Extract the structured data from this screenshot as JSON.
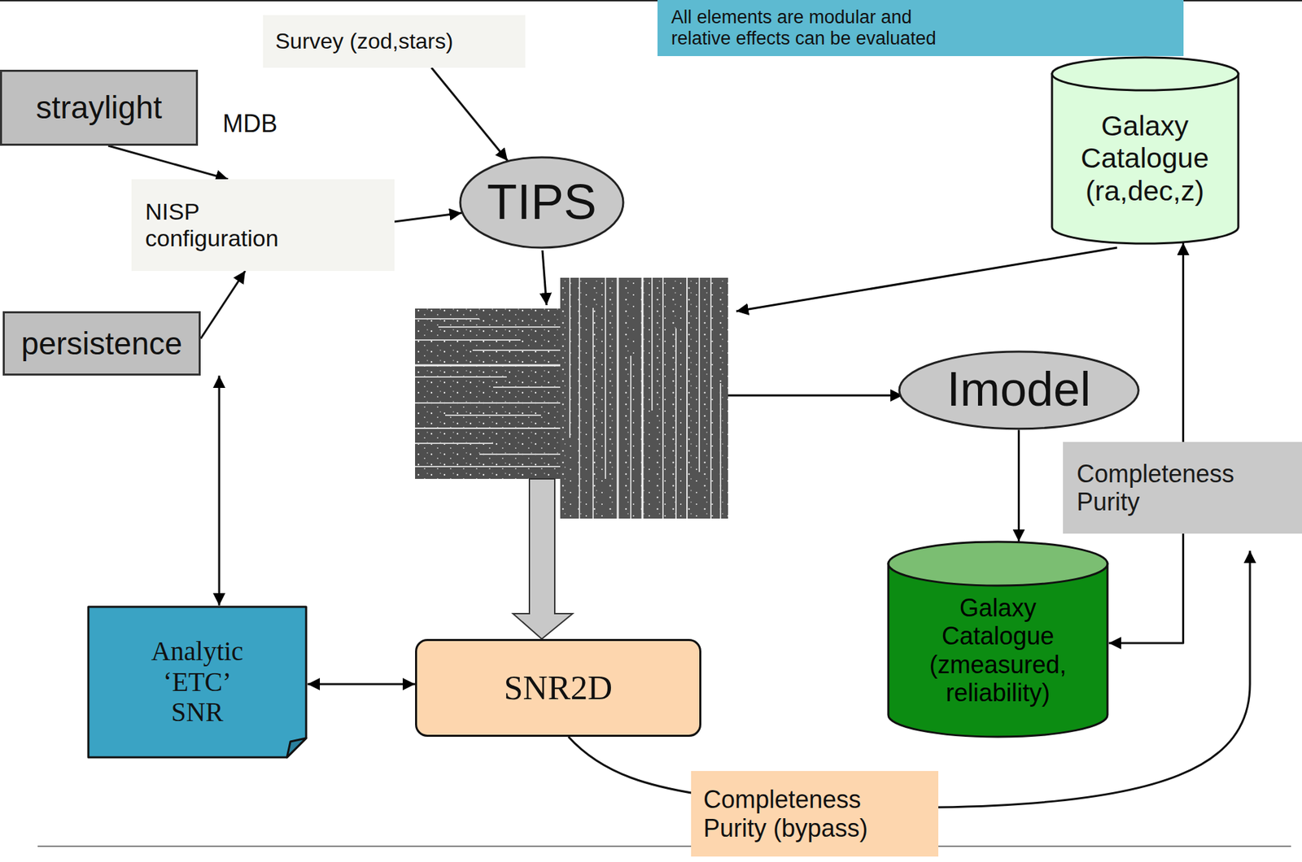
{
  "diagram": {
    "nodes": [
      {
        "text": [
          "All elements are modular and relative effects can be evaluated"
        ]
      },
      {
        "text": [
          "MDB"
        ]
      },
      {
        "text": [
          "Survey (zod,stars)"
        ],
        "in": 1
      },
      {
        "text": [
          "NISP configuration"
        ],
        "in": 1
      },
      {
        "text": [
          "straylight"
        ]
      },
      {
        "text": [
          "persistence"
        ]
      },
      {
        "text": [
          "TIPS"
        ]
      },
      {
        "text": [
          "Galaxy Catalogue (ra,dec,z)"
        ]
      },
      {
        "text": [
          "Imodel"
        ]
      },
      {
        "text": [
          "Completeness Purity"
        ]
      },
      {
        "text": [
          "Analytic ‘ETC’ SNR"
        ]
      },
      {
        "text": [
          "SNR2D"
        ]
      },
      {
        "text": [
          "Galaxy Catalogue (zmeasured, reliability)"
        ]
      }
    ],
    "edges": [
      {
        "from": 4,
        "to": 3,
        "arrow": "to"
      },
      {
        "from": 5,
        "to": 3,
        "arrow": "to"
      },
      {
        "from": 2,
        "to": 6,
        "arrow": "to"
      },
      {
        "from": 3,
        "to": 6,
        "arrow": "to"
      },
      {
        "from": 5,
        "to": 10,
        "arrow": "both"
      },
      {
        "from": 10,
        "to": 11,
        "arrow": "both"
      },
      {
        "from": 8,
        "to": 12,
        "arrow": "to"
      },
      {
        "from": 12,
        "to": 7,
        "arrow": "both"
      },
      {
        "from": 11,
        "to": 9,
        "arrow": "to",
        "label": "Completeness Purity (bypass)"
      }
    ]
  }
}
